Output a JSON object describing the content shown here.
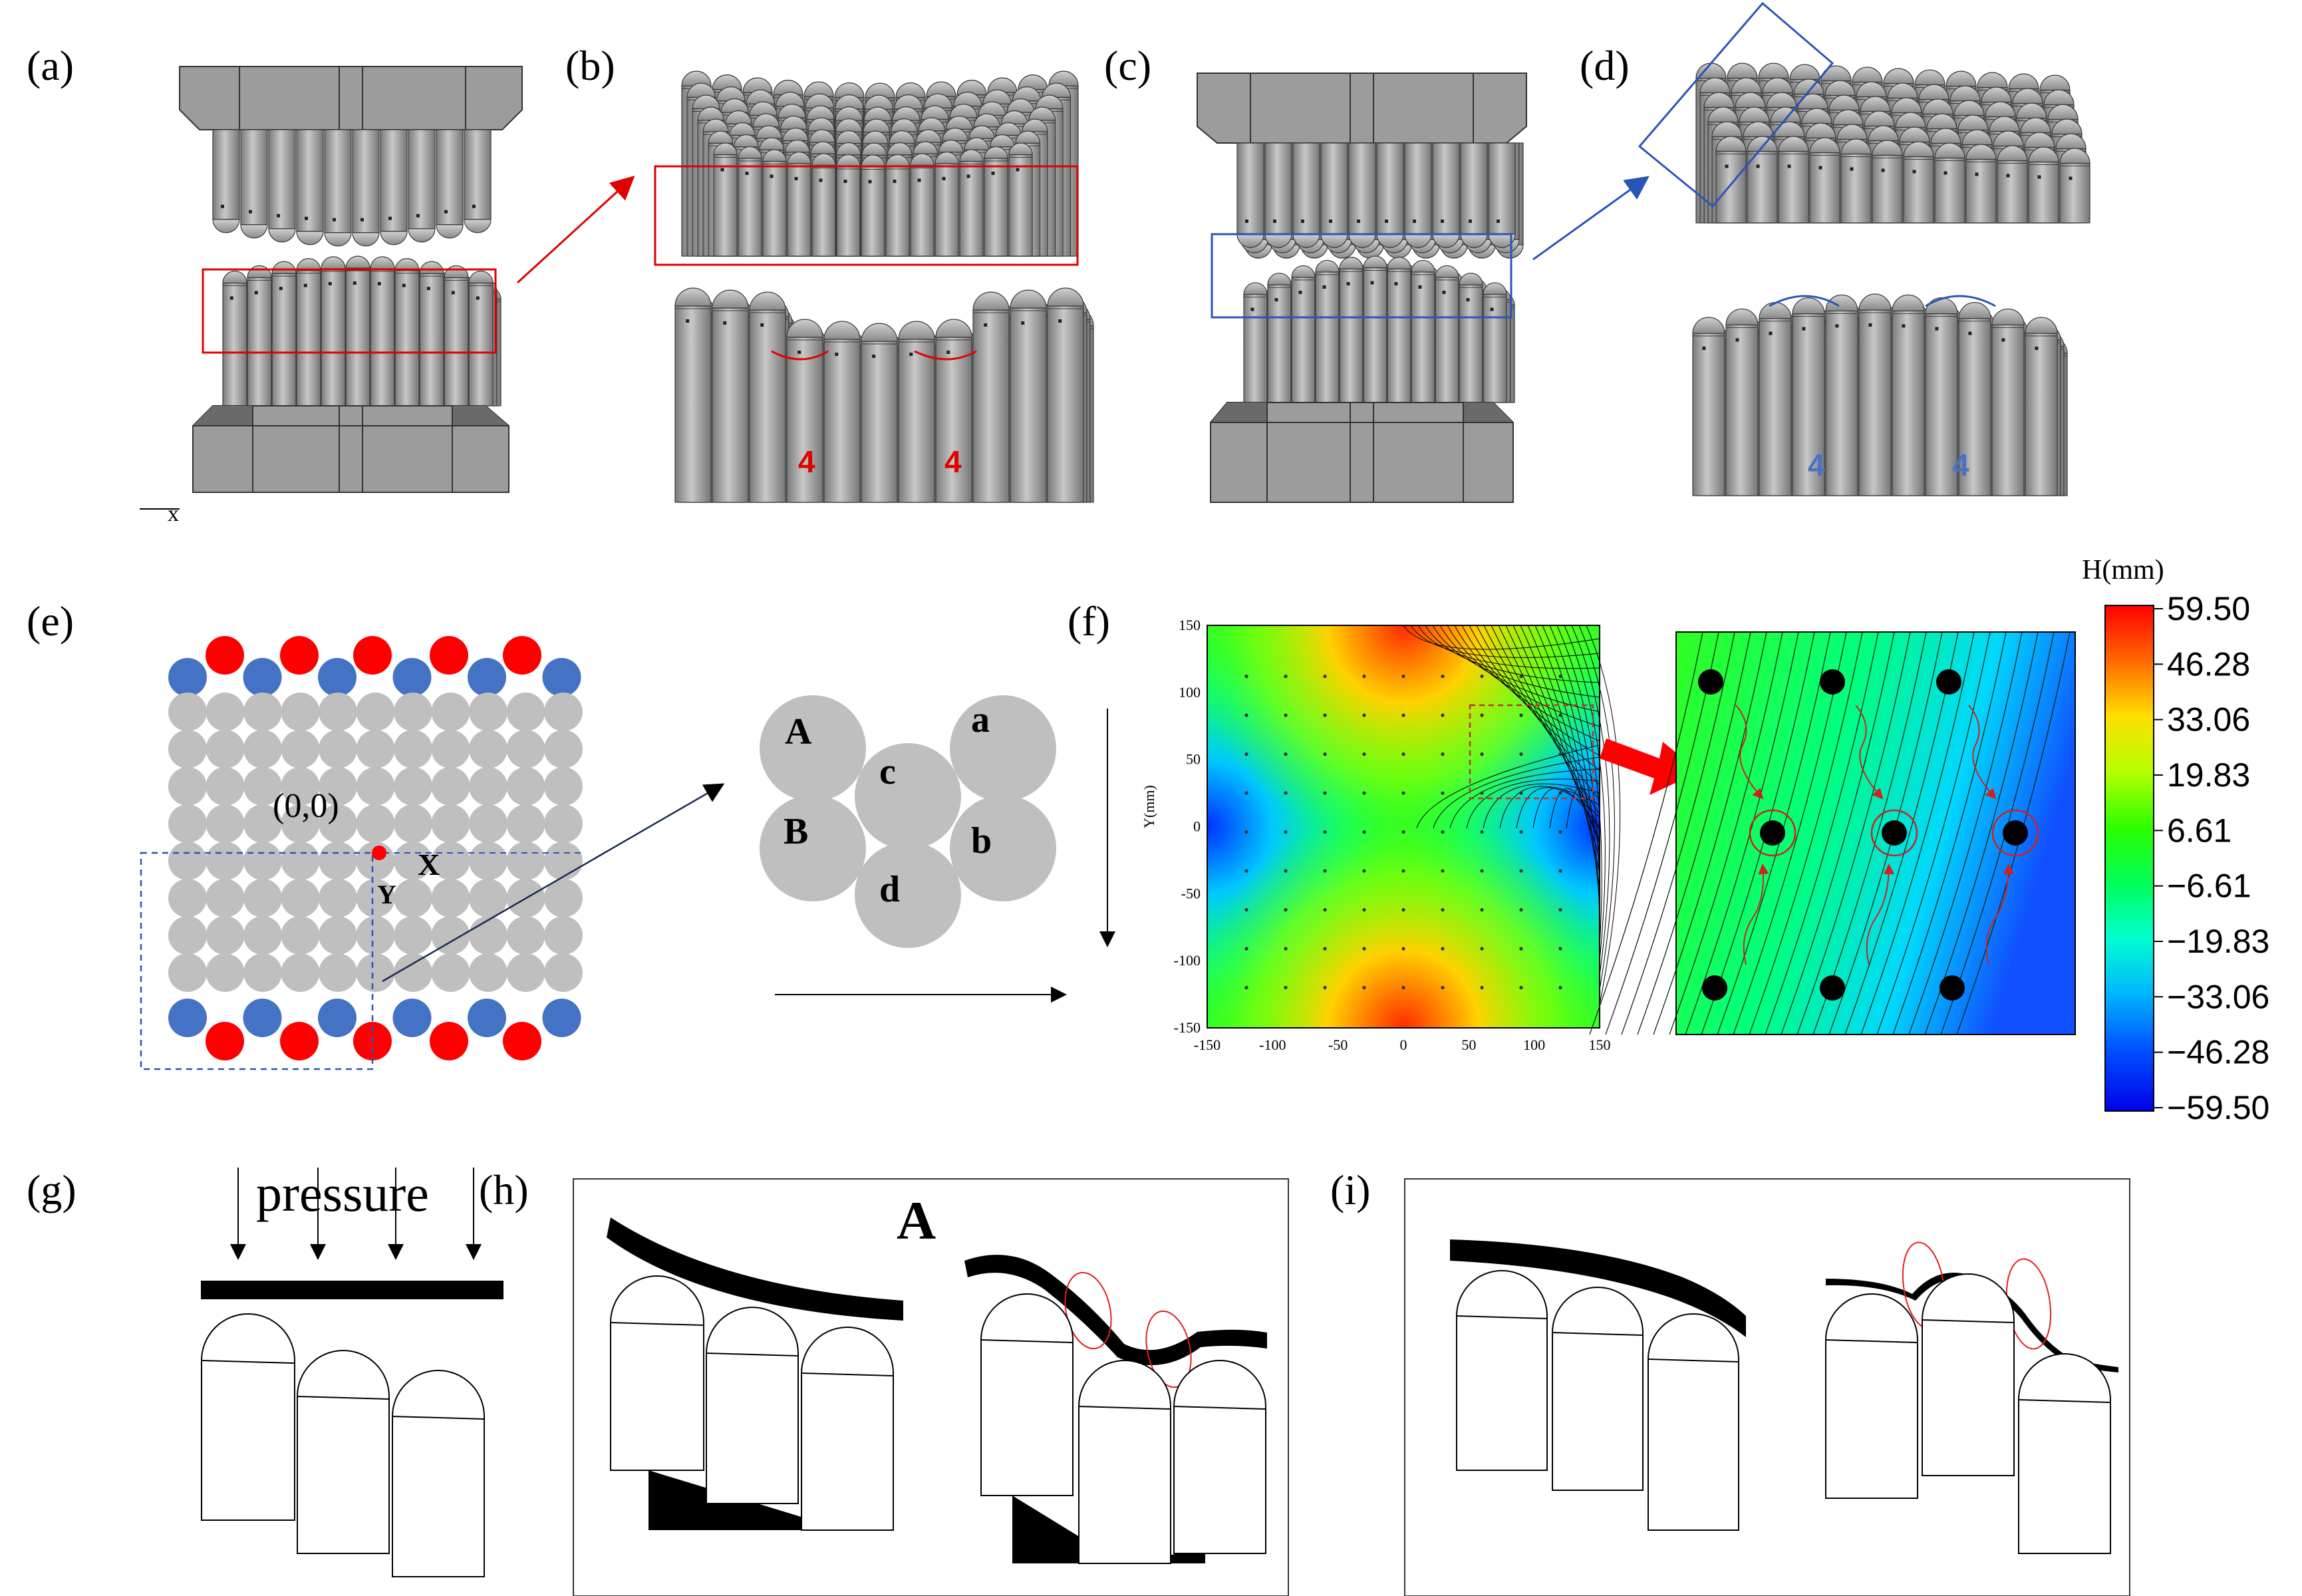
{
  "panels": {
    "a": {
      "label": "(a)",
      "axis_label": "x"
    },
    "b": {
      "label": "(b)",
      "numbers": [
        "4",
        "4"
      ]
    },
    "c": {
      "label": "(c)"
    },
    "d": {
      "label": "(d)",
      "numbers": [
        "4",
        "4"
      ]
    },
    "e": {
      "label": "(e)",
      "origin": "(0,0)",
      "axis_x": "X",
      "axis_y": "Y",
      "cluster_letters": {
        "A": "A",
        "B": "B",
        "c": "c",
        "d": "d",
        "a": "a",
        "b": "b"
      }
    },
    "f": {
      "label": "(f)",
      "ylabel": "Y(mm)"
    },
    "g": {
      "label": "(g)",
      "pressure": "pressure"
    },
    "h": {
      "label": "(h)",
      "title": "A"
    },
    "i": {
      "label": "(i)"
    }
  },
  "colors": {
    "pin_gray": "#a6a6a6",
    "pin_dark": "#6e6e6e",
    "red": "#ff0000",
    "blue": "#4472c4",
    "circle_gray": "#bfbfbf"
  },
  "chart_data": [
    {
      "type": "heatmap",
      "title": "",
      "xlabel": "",
      "ylabel": "Y(mm)",
      "xlim": [
        -150,
        150
      ],
      "ylim": [
        -150,
        150
      ],
      "x_ticks": [
        "-150",
        "-100",
        "-50",
        "0",
        "50",
        "100",
        "150"
      ],
      "y_ticks": [
        "150",
        "100",
        "50",
        "0",
        "-50",
        "-100",
        "-150"
      ],
      "colorbar": {
        "title": "H(mm)",
        "ticks": [
          "59.50",
          "46.28",
          "33.06",
          "19.83",
          "6.61",
          "−6.61",
          "−19.83",
          "−33.06",
          "−46.28",
          "−59.50"
        ],
        "range": [
          -59.5,
          59.5
        ],
        "colormap": "jet"
      },
      "contour_lines": "right half",
      "zoom_region": {
        "x": [
          50,
          150
        ],
        "y": [
          20,
          90
        ]
      }
    }
  ]
}
